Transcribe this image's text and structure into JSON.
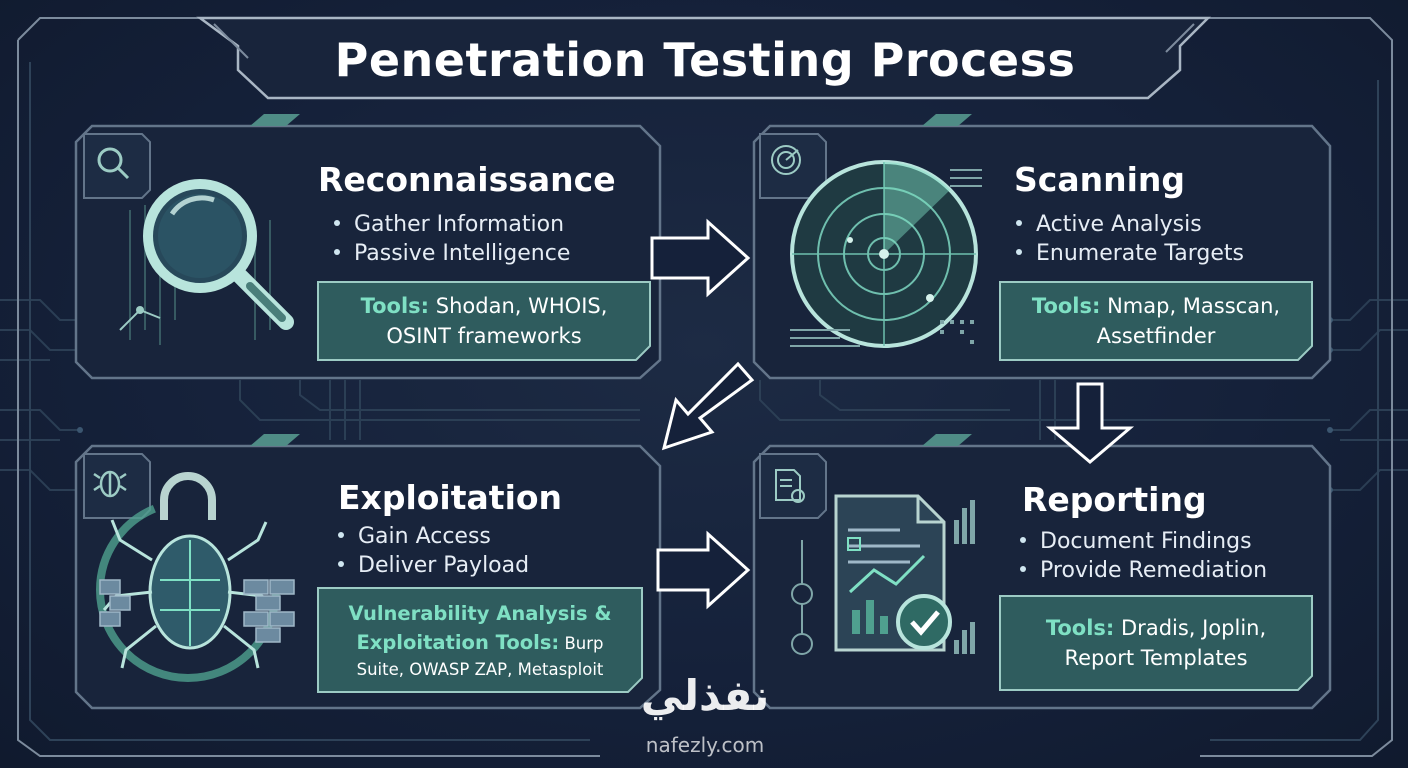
{
  "title": "Penetration Testing Process",
  "colors": {
    "background": "#15213a",
    "panel": "#18243b",
    "panel_border": "#63758a",
    "accent": "#7fe0c4",
    "tools_bg": "#2f5c5e"
  },
  "stages": [
    {
      "title": "Reconnaissance",
      "icon": "magnifier-icon",
      "bullets": [
        "Gather Information",
        "Passive Intelligence"
      ],
      "tools_label": "Tools:",
      "tools_lines": [
        "Shodan, WHOIS,",
        "OSINT frameworks"
      ]
    },
    {
      "title": "Scanning",
      "icon": "radar-icon",
      "bullets": [
        "Active Analysis",
        "Enumerate Targets"
      ],
      "tools_label": "Tools:",
      "tools_lines": [
        "Nmap, Masscan,",
        "Assetfinder"
      ]
    },
    {
      "title": "Exploitation",
      "icon": "bug-icon",
      "bullets": [
        "Gain Access",
        "Deliver Payload"
      ],
      "tools_label_lines": [
        "Vulnerability Analysis &",
        "Exploitation Tools:"
      ],
      "tools_lines": [
        "Burp",
        "Suite, OWASP ZAP, Metasploit"
      ]
    },
    {
      "title": "Reporting",
      "icon": "report-icon",
      "bullets": [
        "Document Findings",
        "Provide Remediation"
      ],
      "tools_label": "Tools:",
      "tools_lines": [
        "Dradis, Joplin,",
        "Report Templates"
      ]
    }
  ],
  "watermark": {
    "arabic": "نفذلي",
    "url": "nafezly.com"
  }
}
